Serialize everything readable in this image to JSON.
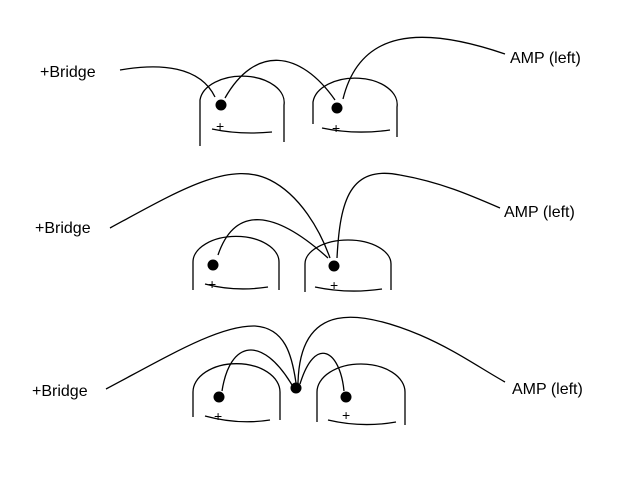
{
  "diagrams": [
    {
      "left_label": "+Bridge",
      "right_label": "AMP (left)",
      "pole_labels": [
        "+",
        "+"
      ]
    },
    {
      "left_label": "+Bridge",
      "right_label": "AMP (left)",
      "pole_labels": [
        "+",
        "+"
      ]
    },
    {
      "left_label": "+Bridge",
      "right_label": "AMP (left)",
      "pole_labels": [
        "+",
        "+"
      ]
    }
  ],
  "colors": {
    "ink": "#000000",
    "background": "#ffffff"
  }
}
